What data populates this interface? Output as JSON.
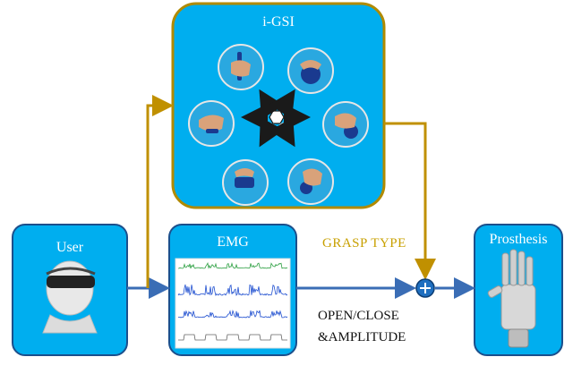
{
  "title": "i-GSI",
  "boxes": {
    "user": "User",
    "emg": "EMG",
    "prosthesis": "Prosthesis"
  },
  "labels": {
    "grasp_type": "GRASP TYPE",
    "open_close": "OPEN/CLOSE",
    "amplitude": "&AMPLITUDE"
  },
  "caption": "",
  "colors": {
    "box_fill": "#00aeef",
    "box_border": "#1b4f8c",
    "gsi_border": "#b08a00",
    "arrow_blue": "#3a6db5",
    "arrow_gold": "#c09000",
    "emg_green": "#2ea043",
    "emg_blue": "#1f4fd0",
    "emg_gray": "#666666"
  }
}
